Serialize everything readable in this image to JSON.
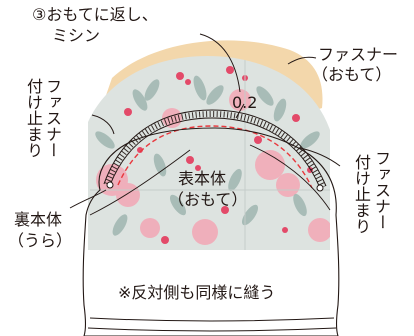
{
  "labels": {
    "step3_line1": "③おもてに返し、",
    "step3_line2": "ミシン",
    "zipper_front": "ファスナー",
    "zipper_front_sub": "（おもて）",
    "seam_allowance": "0.2",
    "left_zipper_col1": "ファスナー",
    "left_zipper_col2": "付け止まり",
    "right_zipper_col1": "ファスナー",
    "right_zipper_col2": "付け止まり",
    "outer_body_line1": "表本体",
    "outer_body_line2": "（おもて）",
    "lining_body_line1": "裏本体",
    "lining_body_line2": "（うら）",
    "note": "※反対側も同様に縫う"
  },
  "colors": {
    "zipper_tape": "#f3d7ab",
    "fabric_base": "#dde3e0",
    "leaf": "#9fb6b0",
    "berry": "#e34a69",
    "blossom": "#f2aab7",
    "stitch_red": "#e8383d",
    "line": "#231815"
  }
}
